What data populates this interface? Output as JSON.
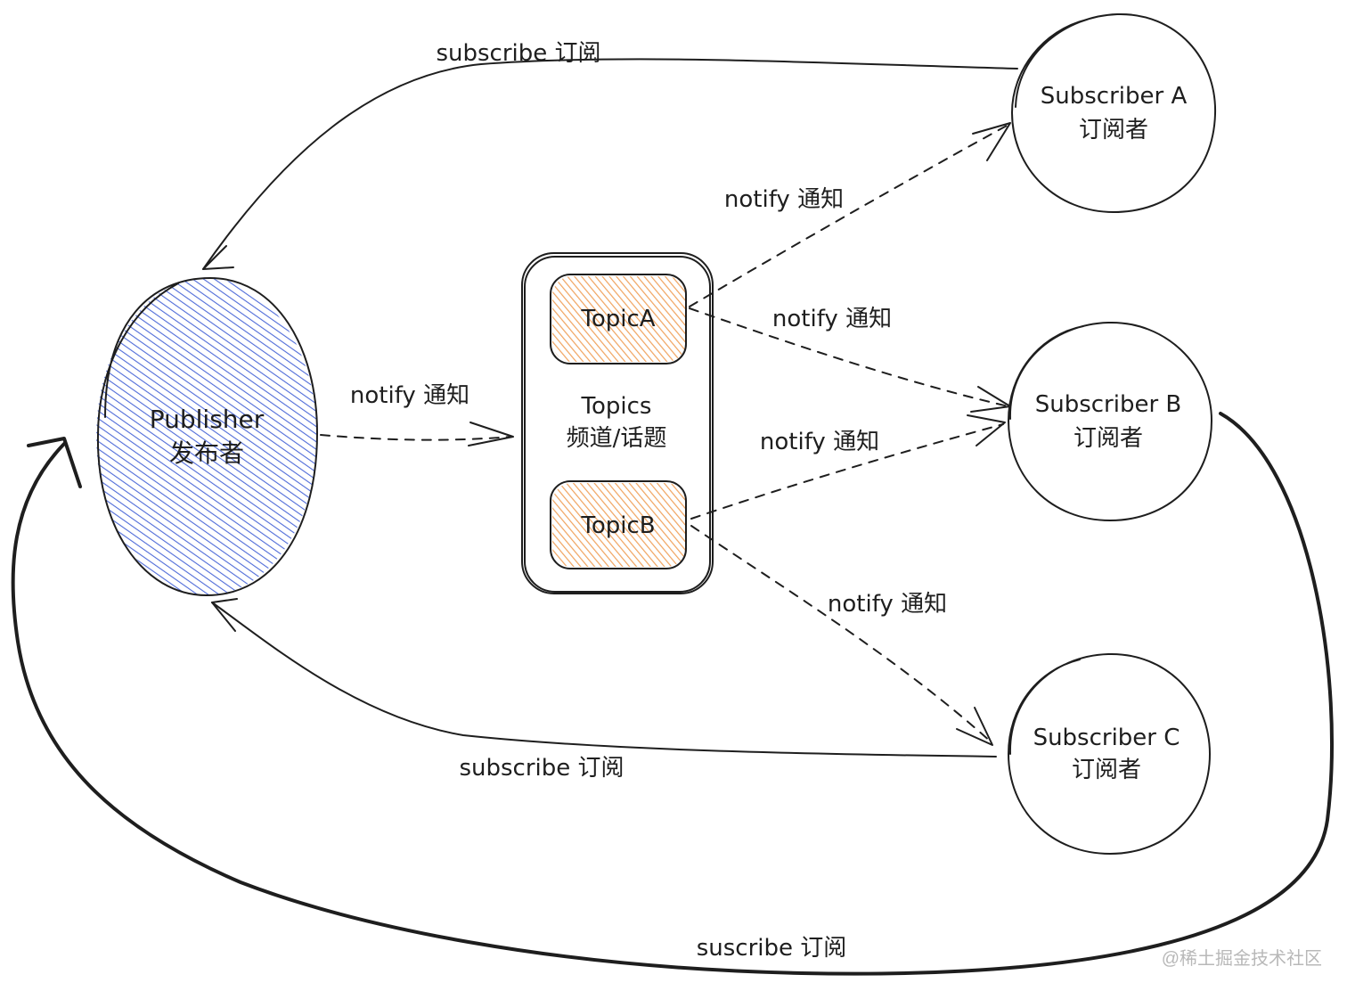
{
  "nodes": {
    "publisher": {
      "label": "Publisher",
      "sublabel": "发布者",
      "fill": "#4f6bd8"
    },
    "topics": {
      "label": "Topics",
      "sublabel": "频道/话题"
    },
    "topic_a": {
      "label": "TopicA",
      "fill": "#f0a35e"
    },
    "topic_b": {
      "label": "TopicB",
      "fill": "#f0a35e"
    },
    "subscriber_a": {
      "label": "Subscriber A",
      "sublabel": "订阅者"
    },
    "subscriber_b": {
      "label": "Subscriber B",
      "sublabel": "订阅者"
    },
    "subscriber_c": {
      "label": "Subscriber C",
      "sublabel": "订阅者"
    }
  },
  "edges": {
    "sub_a_to_publisher": "subscribe 订阅",
    "sub_c_to_publisher": "subscribe 订阅",
    "sub_b_to_publisher": "suscribe 订阅",
    "publisher_to_topics": "notify 通知",
    "topic_a_to_sub_a": "notify 通知",
    "topic_a_to_sub_b": "notify 通知",
    "topic_b_to_sub_b": "notify 通知",
    "topic_b_to_sub_c": "notify 通知"
  },
  "watermark": "@稀土掘金技术社区"
}
